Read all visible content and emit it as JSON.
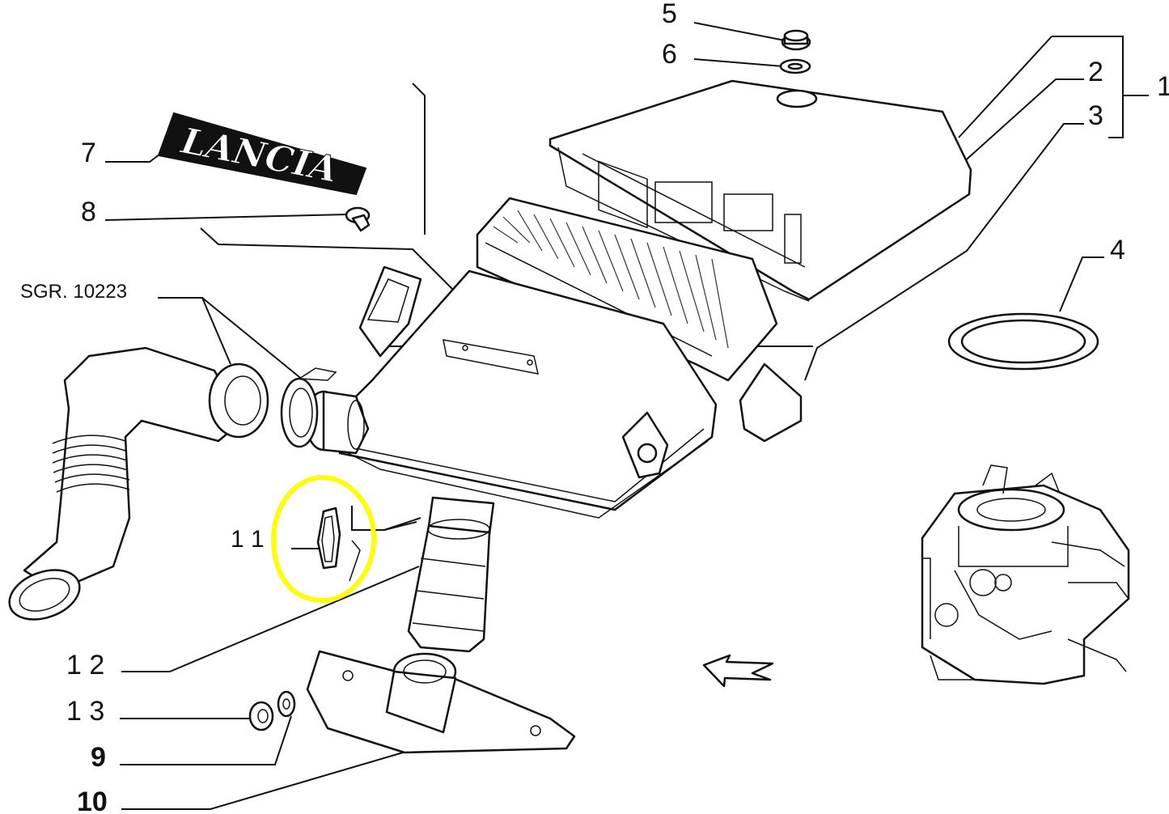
{
  "labels": {
    "p1": "1",
    "p2": "2",
    "p3": "3",
    "p4": "4",
    "p5": "5",
    "p6": "6",
    "p7": "7",
    "p8": "8",
    "p9": "9",
    "p10": "10",
    "p11": "1 1",
    "p12": "1 2",
    "p13": "1 3",
    "ref": "SGR. 10223"
  },
  "badge_text": "LANCIA",
  "highlight_color": "#ffff00"
}
